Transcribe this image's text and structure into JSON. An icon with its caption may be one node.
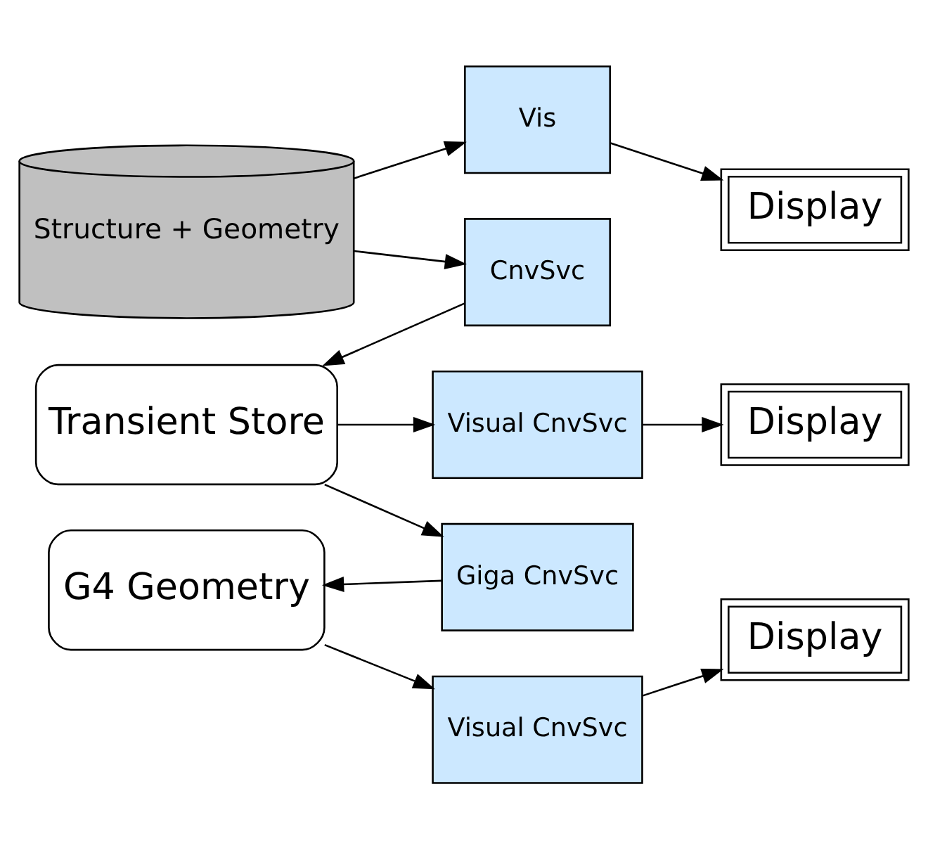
{
  "diagram": {
    "nodes": [
      {
        "text": [
          "Structure + Geometry"
        ]
      },
      {
        "text": [
          "Vis"
        ]
      },
      {
        "text": [
          "Display"
        ]
      },
      {
        "text": [
          "CnvSvc"
        ]
      },
      {
        "text": [
          "Transient Store"
        ]
      },
      {
        "text": [
          "Visual CnvSvc"
        ]
      },
      {
        "text": [
          "Display"
        ]
      },
      {
        "text": [
          "Giga CnvSvc"
        ]
      },
      {
        "text": [
          "Visual CnvSvc"
        ]
      },
      {
        "text": [
          "Display"
        ]
      },
      {
        "text": [
          "G4 Geometry"
        ]
      }
    ],
    "edges": [
      {
        "from": 0,
        "to": 1,
        "arrow": "to"
      },
      {
        "from": 1,
        "to": 2,
        "arrow": "to"
      },
      {
        "from": 0,
        "to": 3,
        "arrow": "to"
      },
      {
        "from": 3,
        "to": 4,
        "arrow": "to"
      },
      {
        "from": 4,
        "to": 5,
        "arrow": "to"
      },
      {
        "from": 5,
        "to": 6,
        "arrow": "to"
      },
      {
        "from": 4,
        "to": 7,
        "arrow": "to"
      },
      {
        "from": 7,
        "to": 10,
        "arrow": "to"
      },
      {
        "from": 10,
        "to": 8,
        "arrow": "to"
      },
      {
        "from": 8,
        "to": 9,
        "arrow": "to"
      }
    ]
  }
}
